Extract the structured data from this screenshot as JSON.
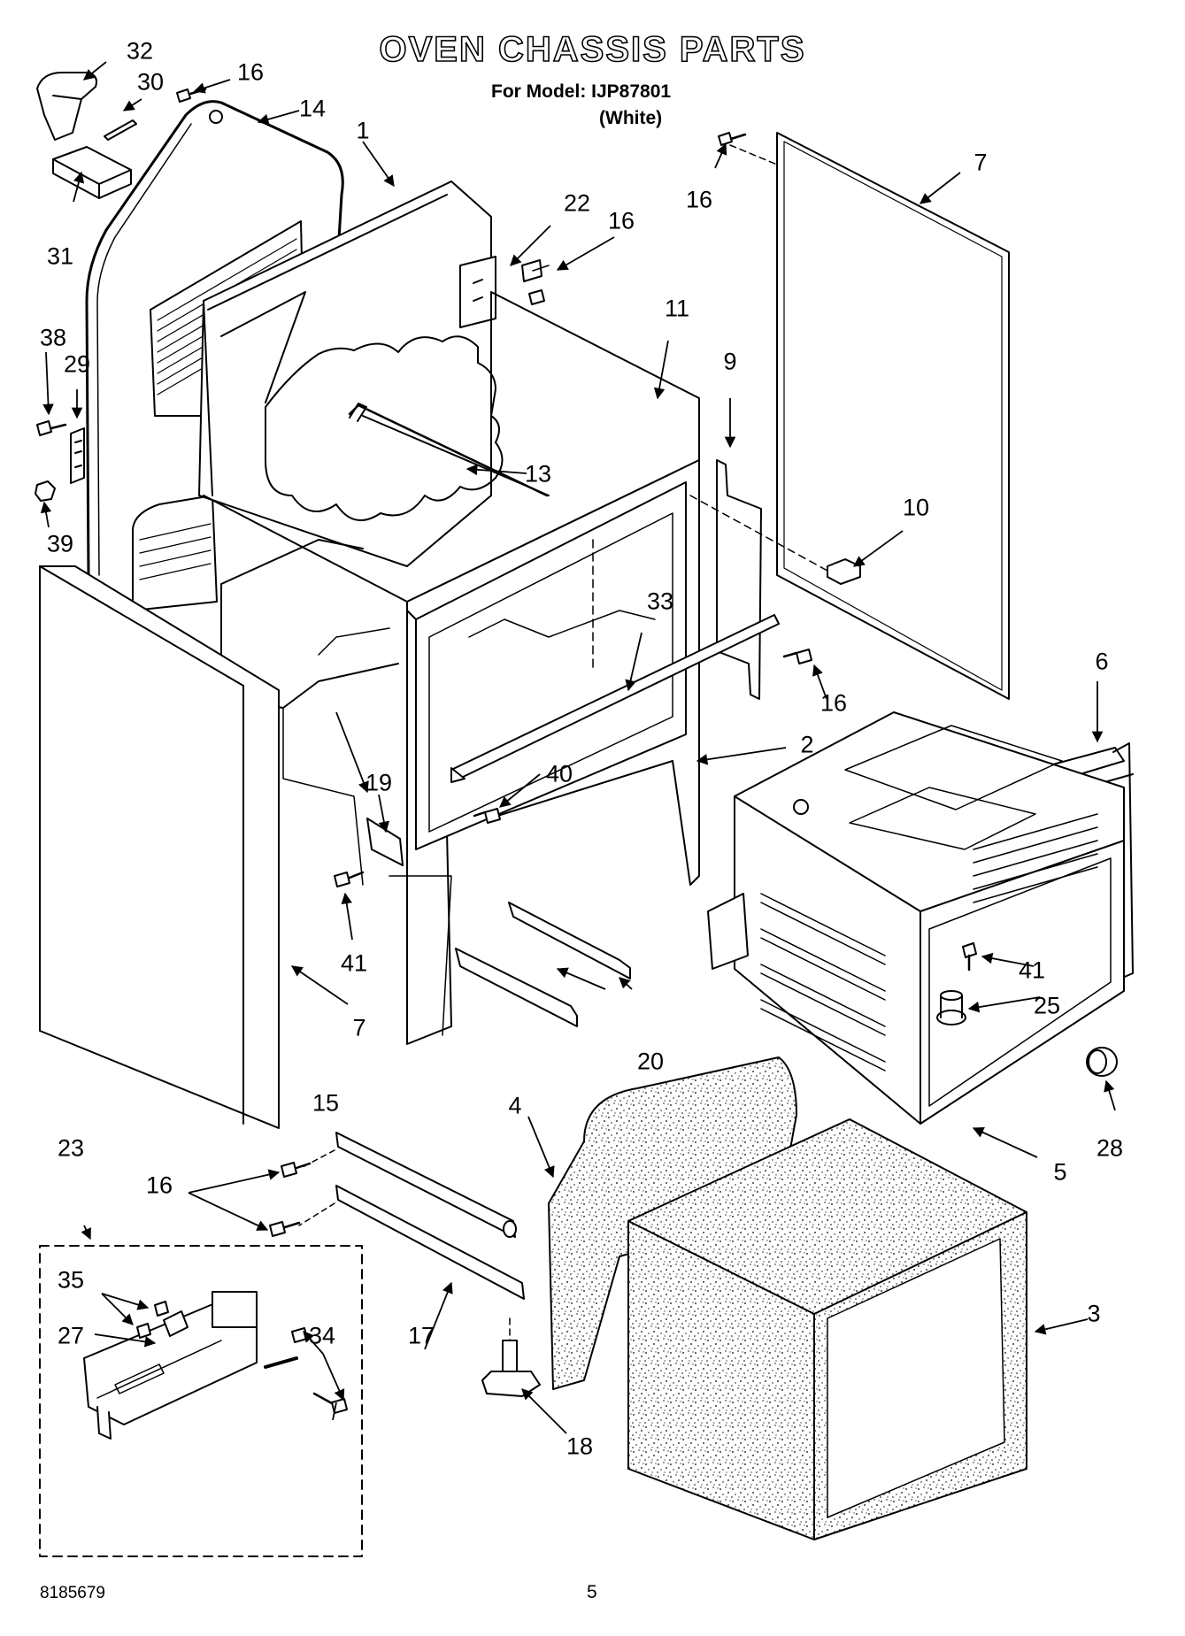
{
  "header": {
    "title": "OVEN CHASSIS PARTS",
    "model_line": "For Model: IJP87801",
    "color_line": "(White)"
  },
  "callouts": {
    "c1": "1",
    "c2": "2",
    "c3": "3",
    "c4": "4",
    "c5": "5",
    "c6": "6",
    "c7a": "7",
    "c7b": "7",
    "c9": "9",
    "c10": "10",
    "c11": "11",
    "c13": "13",
    "c14": "14",
    "c15": "15",
    "c16a": "16",
    "c16b": "16",
    "c16c": "16",
    "c16d": "16",
    "c16e": "16",
    "c17": "17",
    "c18": "18",
    "c19": "19",
    "c20": "20",
    "c22": "22",
    "c23": "23",
    "c25": "25",
    "c27": "27",
    "c28": "28",
    "c29": "29",
    "c30": "30",
    "c31": "31",
    "c32": "32",
    "c33": "33",
    "c34": "34",
    "c35": "35",
    "c38": "38",
    "c39": "39",
    "c40": "40",
    "c41a": "41",
    "c41b": "41"
  },
  "footer": {
    "doc_number": "8185679",
    "page_number": "5"
  }
}
